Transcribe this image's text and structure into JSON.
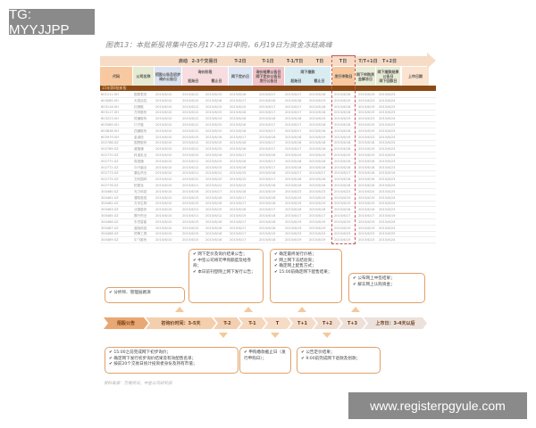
{
  "watermark_top": "TG: MYYJJPP",
  "watermark_bottom": "www.registerpgyule.com",
  "title": "图表13：本批新股将集中在6月17-23日申购，6月19日为资金冻结高峰",
  "band": [
    "启动",
    "2-3个交易日",
    "T-2日",
    "T-1日",
    "T-1/T日",
    "T日",
    "T日",
    "T/T+1日",
    "T+2日"
  ],
  "headers": {
    "code": "代码",
    "name": "公司名称",
    "prospectus": "招股公告及初步询价公告日",
    "inquiry": "询价阶段",
    "inq_start": "起始日",
    "inq_end": "截止日",
    "t_minus2": "网下定价日",
    "t_minus1": [
      "询价结果公告日",
      "网下定价公告日",
      "发行公告日"
    ],
    "payment": "网下缴款",
    "pay_start": "起始日",
    "pay_end": "截止日",
    "t": "发行申购日",
    "t_plus1": "网下申购资金解冻日",
    "t_plus2": [
      "网下缴款结果公告日",
      "网下回款日"
    ],
    "listing": "上市日期"
  },
  "group_label": "15年第8批新股",
  "rows": [
    [
      "601211.SH",
      "国泰君安",
      "2015/6/10",
      "2015/6/12",
      "2015/6/15",
      "2015/6/16",
      "2015/6/17",
      "2015/6/17",
      "2015/6/18",
      "2015/6/18",
      "2015/6/19",
      "2015/6/23"
    ],
    [
      "603085.SH",
      "天成自控",
      "2015/6/10",
      "2015/6/15",
      "2015/6/16",
      "2015/6/17",
      "2015/6/18",
      "2015/6/18",
      "2015/6/19",
      "2015/6/19",
      "2015/6/23",
      "2015/6/24"
    ],
    [
      "603116.SH",
      "红蜻蜓",
      "2015/6/10",
      "2015/6/12",
      "2015/6/15",
      "2015/6/15",
      "2015/6/17",
      "2015/6/17",
      "2015/6/18",
      "2015/6/18",
      "2015/6/19",
      "2015/6/23"
    ],
    [
      "603117.SH",
      "万林股份",
      "2015/6/10",
      "2015/6/12",
      "2015/6/15",
      "2015/6/16",
      "2015/6/17",
      "2015/6/17",
      "2015/6/18",
      "2015/6/18",
      "2015/6/19",
      "2015/6/23"
    ],
    [
      "603223.SH",
      "恒通股份",
      "2015/6/10",
      "2015/6/12",
      "2015/6/15",
      "2015/6/16",
      "2015/6/18",
      "2015/6/18",
      "2015/6/19",
      "2015/6/19",
      "2015/6/23",
      "2015/6/24"
    ],
    [
      "603589.SH",
      "口子窖",
      "2015/6/10",
      "2015/6/12",
      "2015/6/15",
      "2015/6/16",
      "2015/6/17",
      "2015/6/17",
      "2015/6/18",
      "2015/6/18",
      "2015/6/19",
      "2015/6/23"
    ],
    [
      "603838.SH",
      "四通股份",
      "2015/6/10",
      "2015/6/12",
      "2015/6/15",
      "2015/6/16",
      "2015/6/17",
      "2015/6/17",
      "2015/6/18",
      "2015/6/18",
      "2015/6/19",
      "2015/6/23"
    ],
    [
      "603979.SH",
      "金诚信",
      "2015/6/10",
      "2015/6/15",
      "2015/6/16",
      "2015/6/17",
      "2015/6/18",
      "2015/6/18",
      "2015/6/19",
      "2015/6/19",
      "2015/6/23",
      "2015/6/24"
    ],
    [
      "002768.SZ",
      "国恩股份",
      "2015/6/10",
      "2015/6/12",
      "2015/6/15",
      "2015/6/16",
      "2015/6/17",
      "2015/6/18",
      "2015/6/18",
      "2015/6/18",
      "2015/6/18",
      "2015/6/23"
    ],
    [
      "002769.SZ",
      "普路通",
      "2015/6/10",
      "2015/6/12",
      "2015/6/15",
      "2015/6/16",
      "2015/6/17",
      "2015/6/17",
      "2015/6/18",
      "2015/6/18",
      "2015/6/19",
      "2015/6/23"
    ],
    [
      "002770.SZ",
      "科迪乳业",
      "2015/6/10",
      "2015/6/15",
      "2015/6/16",
      "2015/6/17",
      "2015/6/18",
      "2015/6/19",
      "2015/6/19",
      "2015/6/19",
      "2015/6/19",
      "2015/6/24"
    ],
    [
      "002771.SZ",
      "真视通",
      "2015/6/10",
      "2015/6/12",
      "2015/6/15",
      "2015/6/16",
      "2015/6/17",
      "2015/6/18",
      "2015/6/18",
      "2015/6/18",
      "2015/6/18",
      "2015/6/23"
    ],
    [
      "002772.SZ",
      "众兴菌业",
      "2015/6/10",
      "2015/6/12",
      "2015/6/15",
      "2015/6/16",
      "2015/6/17",
      "2015/6/18",
      "2015/6/18",
      "2015/6/18",
      "2015/6/18",
      "2015/6/23"
    ],
    [
      "002773.SZ",
      "康弘药业",
      "2015/6/10",
      "2015/6/11",
      "2015/6/12",
      "2015/6/15",
      "2015/6/16",
      "2015/6/17",
      "2015/6/17",
      "2015/6/17",
      "2015/6/18",
      "2015/6/19"
    ],
    [
      "002775.SZ",
      "文科园林",
      "2015/6/10",
      "2015/6/12",
      "2015/6/15",
      "2015/6/15",
      "2015/6/17",
      "2015/6/18",
      "2015/6/18",
      "2015/6/18",
      "2015/6/18",
      "2015/6/23"
    ],
    [
      "002776.SZ",
      "柏堡龙",
      "2015/6/10",
      "2015/6/11",
      "2015/6/12",
      "2015/6/15",
      "2015/6/16",
      "2015/6/18",
      "2015/6/18",
      "2015/6/18",
      "2015/6/18",
      "2015/6/23"
    ],
    [
      "300480.SZ",
      "光力科技",
      "2015/6/10",
      "2015/6/16",
      "2015/6/17",
      "2015/6/18",
      "2015/6/19",
      "2015/6/23",
      "2015/6/23",
      "2015/6/23",
      "2015/6/24",
      "2015/6/25"
    ],
    [
      "300481.SZ",
      "濮阳惠成",
      "2015/6/10",
      "2015/6/15",
      "2015/6/16",
      "2015/6/17",
      "2015/6/18",
      "2015/6/19",
      "2015/6/19",
      "2015/6/19",
      "2015/6/19",
      "2015/6/24"
    ],
    [
      "300482.SZ",
      "万孚生物",
      "2015/6/10",
      "2015/6/15",
      "2015/6/16",
      "2015/6/17",
      "2015/6/18",
      "2015/6/19",
      "2015/6/19",
      "2015/6/19",
      "2015/6/19",
      "2015/6/24"
    ],
    [
      "300483.SZ",
      "沃施股份",
      "2015/6/10",
      "2015/6/12",
      "2015/6/15",
      "2015/6/16",
      "2015/6/17",
      "2015/6/18",
      "2015/6/18",
      "2015/6/18",
      "2015/6/18",
      "2015/6/23"
    ],
    [
      "300485.SZ",
      "赛升药业",
      "2015/6/10",
      "2015/6/11",
      "2015/6/12",
      "2015/6/15",
      "2015/6/16",
      "2015/6/17",
      "2015/6/17",
      "2015/6/17",
      "2015/6/17",
      "2015/6/19"
    ],
    [
      "300486.SZ",
      "东杰智能",
      "2015/6/10",
      "2015/6/15",
      "2015/6/16",
      "2015/6/17",
      "2015/6/18",
      "2015/6/19",
      "2015/6/19",
      "2015/6/19",
      "2015/6/19",
      "2015/6/24"
    ],
    [
      "300487.SZ",
      "蓝晓科技",
      "2015/6/10",
      "2015/6/15",
      "2015/6/16",
      "2015/6/17",
      "2015/6/18",
      "2015/6/19",
      "2015/6/19",
      "2015/6/19",
      "2015/6/19",
      "2015/6/24"
    ],
    [
      "300488.SZ",
      "恒锋工具",
      "2015/6/10",
      "2015/6/15",
      "2015/6/16",
      "2015/6/17",
      "2015/6/19",
      "2015/6/23",
      "2015/6/23",
      "2015/6/23",
      "2015/6/23",
      "2015/6/25"
    ],
    [
      "300489.SZ",
      "中飞股份",
      "2015/6/10",
      "2015/6/15",
      "2015/6/16",
      "2015/6/17",
      "2015/6/18",
      "2015/6/19",
      "2015/6/19",
      "2015/6/19",
      "2015/6/23",
      "2015/6/24"
    ]
  ],
  "timeline": [
    "招股公告",
    "初询价时间：3-5天",
    "T-2",
    "T-1",
    "T",
    "T+1",
    "T+2",
    "T+3",
    "上市日：3-4天以后"
  ],
  "boxes_above": {
    "analyst": [
      "分析师、管理层路演"
    ],
    "t_minus1": [
      "网下定价及询价结果公告；",
      "中签公司将可申购额度及给券商；",
      "本日前刊登网上网下发行公告；"
    ],
    "t_plus1": [
      "确定最终发行价格；",
      "网上网下冻结验资；",
      "确定网上配售方式；",
      "15:00前确定网下配售结果；"
    ],
    "t_plus3": [
      "公布网上中签结果；",
      "解冻网上认购资金；"
    ]
  },
  "boxes_below": {
    "t_minus2": [
      "15:00之前完成网下初步询价；",
      "确定网下发行初步询价结果及有效配售名单；",
      "按前20个交易日统计投资者身份及持有市值；"
    ],
    "t": [
      "申购缴款截止日（发行申购日）；"
    ],
    "t_plus2": [
      "公告定价结果；",
      "9:00前完成网下退款及划款；"
    ]
  },
  "source": "资料来源：万得资讯，中金公司研究部",
  "colors": {
    "accent": "#8b4a16",
    "band": "#f6dcc6",
    "highlight": "#c65a5a"
  }
}
